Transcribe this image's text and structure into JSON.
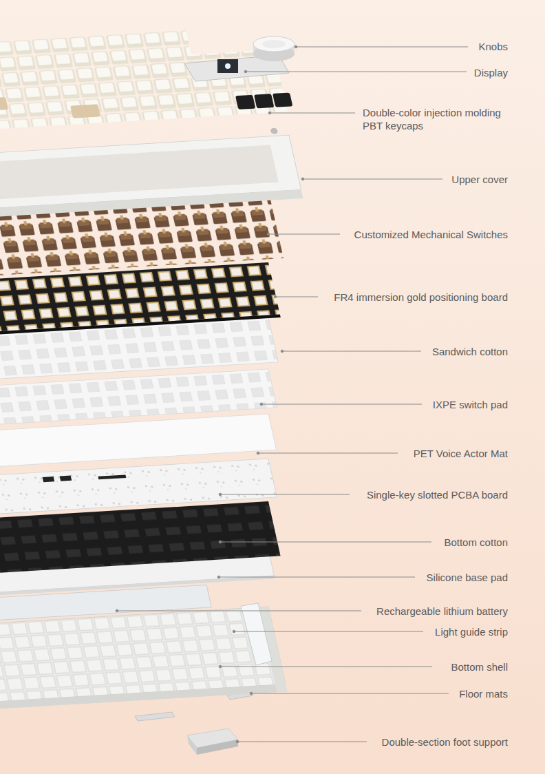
{
  "diagram": {
    "labels": [
      "Knobs",
      "Display",
      "Double-color injection molding PBT keycaps",
      "Upper cover",
      "Customized Mechanical Switches",
      "FR4 immersion gold positioning board",
      "Sandwich cotton",
      "IXPE switch pad",
      "PET Voice Actor Mat",
      "Single-key slotted PCBA board",
      "Bottom cotton",
      "Silicone base pad",
      "Rechargeable lithium battery",
      "Light guide strip",
      "Bottom shell",
      "Floor mats",
      "Double-section foot support"
    ]
  }
}
